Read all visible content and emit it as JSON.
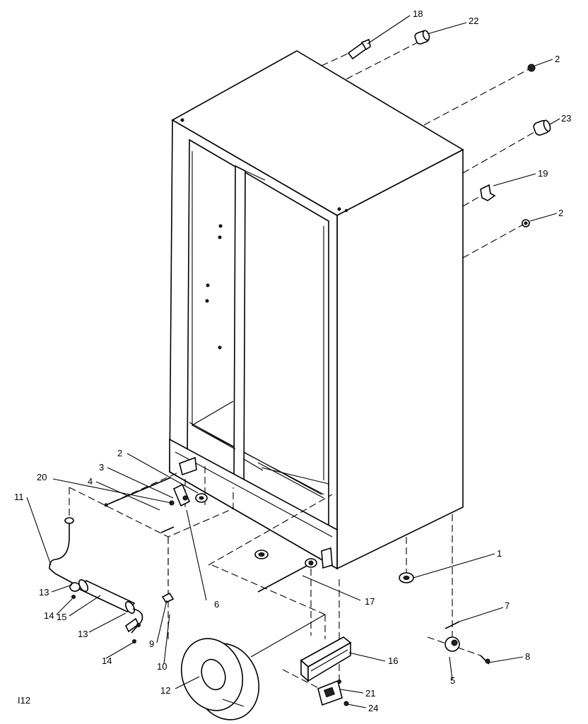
{
  "figure_code": "I12",
  "callouts": [
    "1",
    "2",
    "3",
    "4",
    "5",
    "6",
    "7",
    "8",
    "9",
    "10",
    "11",
    "12",
    "13",
    "14",
    "15",
    "16",
    "17",
    "18",
    "19",
    "20",
    "21",
    "22",
    "23",
    "24"
  ],
  "labels": {
    "c18": "18",
    "c22": "22",
    "c2a": "2",
    "c23": "23",
    "c19": "19",
    "c2b": "2",
    "c2c": "2",
    "c3": "3",
    "c20": "20",
    "c4": "4",
    "c11": "11",
    "c13a": "13",
    "c14a": "14",
    "c15": "15",
    "c13b": "13",
    "c14b": "14",
    "c6": "6",
    "c9": "9",
    "c10": "10",
    "c12": "12",
    "c17": "17",
    "c1": "1",
    "c7": "7",
    "c8": "8",
    "c5": "5",
    "c16": "16",
    "c21": "21",
    "c24": "24"
  }
}
